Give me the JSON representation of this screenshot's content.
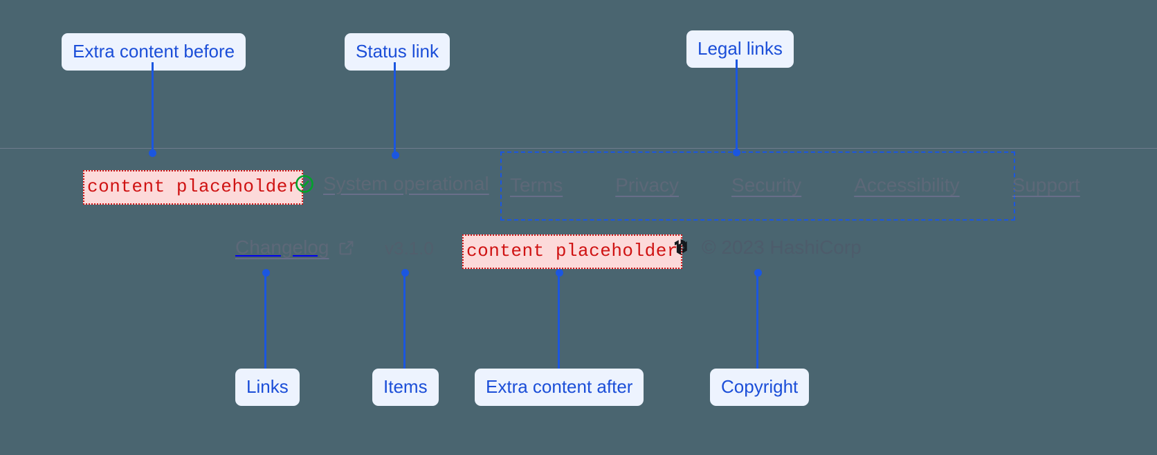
{
  "page": {
    "background_color": "#4a6570",
    "accent_color": "#1b56e0",
    "chip_bg_color": "#edf3fe",
    "placeholder_color": "#cf1212",
    "placeholder_bg_color": "#fcdada",
    "status_icon_color": "#00a32a",
    "muted_text_color": "#5d6878"
  },
  "callouts": {
    "extra_before": "Extra content before",
    "status_link": "Status link",
    "legal_links": "Legal links",
    "links": "Links",
    "items": "Items",
    "extra_after": "Extra content after",
    "copyright": "Copyright"
  },
  "footer": {
    "placeholder_before": "content placeholder",
    "placeholder_after": "content placeholder",
    "status": {
      "icon": "check-circle-icon",
      "label": "System operational"
    },
    "legal": [
      {
        "label": "Terms"
      },
      {
        "label": "Privacy"
      },
      {
        "label": "Security"
      },
      {
        "label": "Accessibility"
      },
      {
        "label": "Support"
      }
    ],
    "changelog": {
      "label": "Changelog",
      "icon": "external-link-icon"
    },
    "version": "v3.1.0",
    "brand": {
      "logo": "hashicorp-logo",
      "copyright": "© 2023 HashiCorp"
    }
  }
}
